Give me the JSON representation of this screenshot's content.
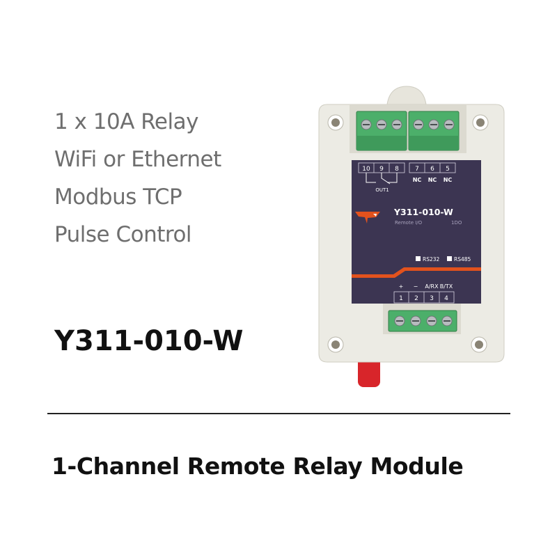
{
  "features": [
    "1 x 10A Relay",
    "WiFi or Ethernet",
    "Modbus TCP",
    "Pulse Control"
  ],
  "model": "Y311-010-W",
  "subtitle": "1-Channel Remote Relay Module",
  "device": {
    "top_terminals": [
      "10",
      "9",
      "8",
      "7",
      "6",
      "5"
    ],
    "nc_labels": [
      "NC",
      "NC",
      "NC"
    ],
    "out_label": "OUT1",
    "model_label": "Y311-010-W",
    "type_label": "Remote I/O",
    "channel_label": "1DO",
    "rs232_label": "RS232",
    "rs485_label": "RS485",
    "bottom_signals": [
      "+",
      "−",
      "A/RX",
      "B/TX"
    ],
    "bottom_terminals": [
      "1",
      "2",
      "3",
      "4"
    ]
  },
  "colors": {
    "panel": "#3c3552",
    "housing": "#ecebe4",
    "terminal_block": "#4caf6a",
    "stripe": "#e2521d",
    "antenna": "#d8252a"
  }
}
